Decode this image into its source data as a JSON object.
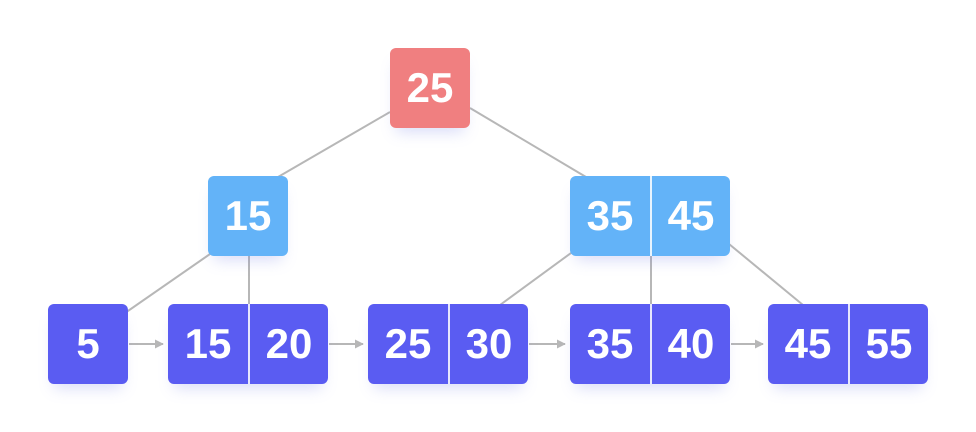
{
  "colors": {
    "root": "#f07f80",
    "internal": "#63b3f8",
    "leaf": "#5a5cf2",
    "edge": "#b7b7b7",
    "text": "#ffffff"
  },
  "tree": {
    "root": {
      "keys": [
        "25"
      ]
    },
    "internal": [
      {
        "keys": [
          "15"
        ]
      },
      {
        "keys": [
          "35",
          "45"
        ]
      }
    ],
    "leaves": [
      {
        "keys": [
          "5"
        ]
      },
      {
        "keys": [
          "15",
          "20"
        ]
      },
      {
        "keys": [
          "25",
          "30"
        ]
      },
      {
        "keys": [
          "35",
          "40"
        ]
      },
      {
        "keys": [
          "45",
          "55"
        ]
      }
    ]
  }
}
